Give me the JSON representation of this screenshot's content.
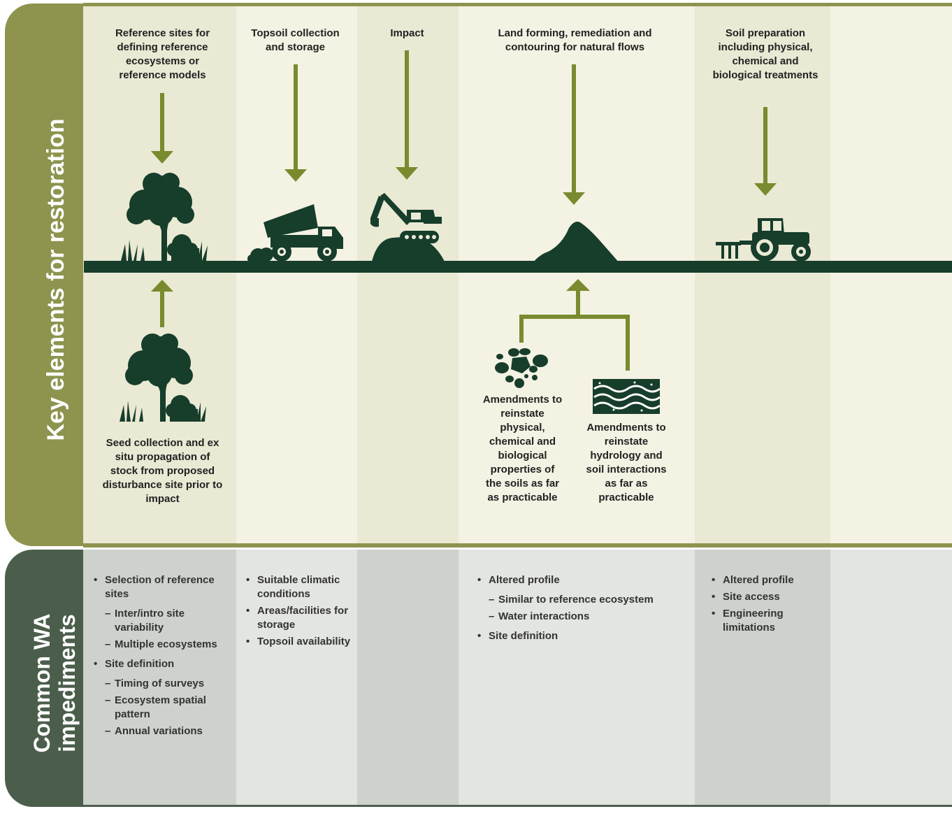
{
  "side_labels": {
    "top": "Key elements for restoration",
    "bottom_line1": "Common WA",
    "bottom_line2": "impediments"
  },
  "columns": [
    {
      "header": "Reference sites for defining reference ecosystems or reference models",
      "icon": "tree-with-shrubs-icon",
      "lower_icon": "tree-with-shrubs-icon",
      "lower_caption": "Seed collection and ex situ propagation of stock from proposed disturbance site prior to impact"
    },
    {
      "header": "Topsoil collection and storage",
      "icon": "dump-truck-icon"
    },
    {
      "header": "Impact",
      "icon": "excavator-icon"
    },
    {
      "header": "Land forming, remediation and contouring for natural flows",
      "icon": "soil-mound-icon",
      "lower_items": [
        {
          "icon": "soil-aggregates-icon",
          "caption": "Amendments to reinstate physical, chemical and biological properties of the soils as far as practicable"
        },
        {
          "icon": "water-waves-icon",
          "caption": "Amendments to reinstate hydrology and soil interactions as far as practicable"
        }
      ]
    },
    {
      "header": "Soil preparation including physical, chemical and biological treatments",
      "icon": "tractor-with-plough-icon"
    },
    {
      "header": "",
      "icon": ""
    }
  ],
  "impediments": [
    [
      {
        "text": "Selection of reference sites",
        "level": 1
      },
      {
        "text": "Inter/intro site variability",
        "level": 2
      },
      {
        "text": "Multiple ecosystems",
        "level": 2
      },
      {
        "text": "Site definition",
        "level": 1
      },
      {
        "text": "Timing of surveys",
        "level": 2
      },
      {
        "text": "Ecosystem spatial pattern",
        "level": 2
      },
      {
        "text": "Annual variations",
        "level": 2
      }
    ],
    [
      {
        "text": "Suitable climatic conditions",
        "level": 1
      },
      {
        "text": "Areas/facilities for storage",
        "level": 1
      },
      {
        "text": "Topsoil availability",
        "level": 1
      }
    ],
    [],
    [
      {
        "text": "Altered profile",
        "level": 1
      },
      {
        "text": "Similar to reference ecosystem",
        "level": 2
      },
      {
        "text": "Water interactions",
        "level": 2
      },
      {
        "text": "Site definition",
        "level": 1
      }
    ],
    [
      {
        "text": "Altered profile",
        "level": 1
      },
      {
        "text": "Site access",
        "level": 1
      },
      {
        "text": "Engineering limitations",
        "level": 1
      }
    ],
    []
  ],
  "colors": {
    "tab_top": "#8e934e",
    "tab_bottom": "#4b5e4c",
    "arrow": "#7a8a2e",
    "ground_line": "#173d2b",
    "icon_fill": "#173d2b",
    "col_light": "#f4f2e3",
    "col_dark": "#e9e9d4",
    "imp_light": "#e2e5e0",
    "imp_dark": "#cdd2cc",
    "separator": "#8e934e"
  }
}
